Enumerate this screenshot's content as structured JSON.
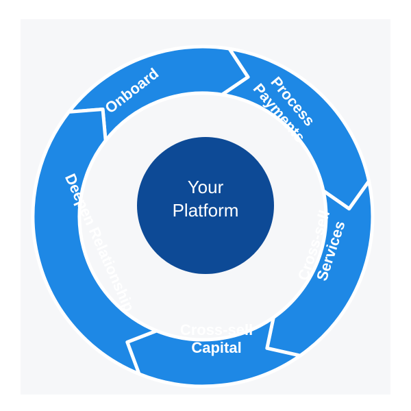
{
  "colors": {
    "segment": "#1e88e5",
    "center": "#0d4a96",
    "background": "#ffffff",
    "strip": "#f6f7f9"
  },
  "center": {
    "line1": "Your",
    "line2": "Platform"
  },
  "segments": [
    {
      "line1": "Onboard",
      "line2": ""
    },
    {
      "line1": "Process",
      "line2": "Payments"
    },
    {
      "line1": "Cross-sell",
      "line2": "Services"
    },
    {
      "line1": "Cross-sell",
      "line2": "Capital"
    },
    {
      "line1": "Deepen Relationship",
      "line2": ""
    }
  ]
}
